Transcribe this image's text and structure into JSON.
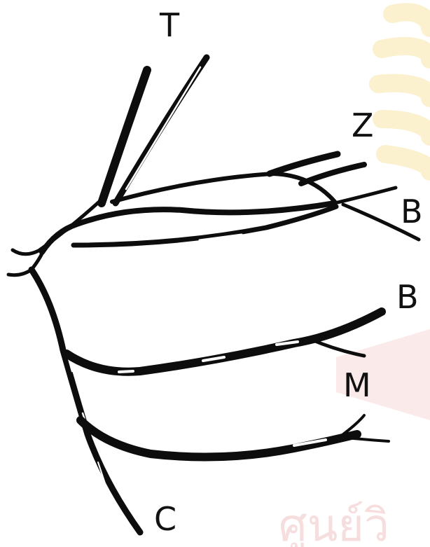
{
  "labels": {
    "t": "T",
    "z": "Z",
    "b_upper": "B",
    "b_lower": "B",
    "m": "M",
    "c": "C"
  },
  "watermark": {
    "text": "ศูนย์วิ",
    "sun_color": "#fbf1cf",
    "text_color": "#f6dede"
  },
  "ink_color": "#0d0d0d"
}
